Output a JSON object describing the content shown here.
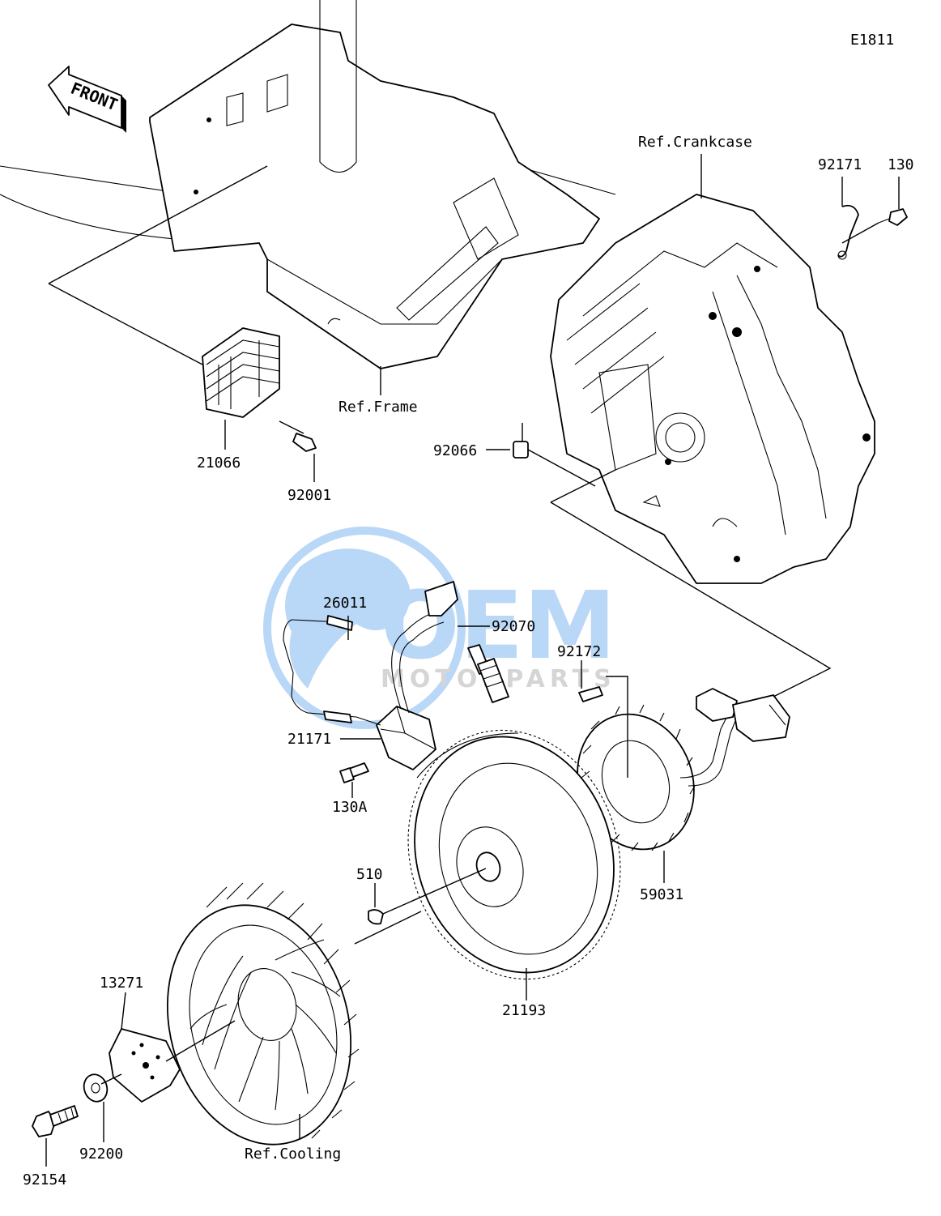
{
  "diagram_code": "E1811",
  "front_label": "FRONT",
  "refs": {
    "frame": "Ref.Frame",
    "crankcase": "Ref.Crankcase",
    "cooling": "Ref.Cooling"
  },
  "parts": {
    "p92171": "92171",
    "p130": "130",
    "p21066": "21066",
    "p92001": "92001",
    "p92066": "92066",
    "p26011": "26011",
    "p92070": "92070",
    "p92172": "92172",
    "p21171": "21171",
    "p130A": "130A",
    "p510": "510",
    "p59031": "59031",
    "p13271": "13271",
    "p21193": "21193",
    "p92154": "92154",
    "p92200": "92200"
  },
  "watermark": {
    "brand": "OEM",
    "sub": "MOTORPARTS",
    "color_blue": "#3a8ee6",
    "color_grey": "#8a8a8a"
  }
}
